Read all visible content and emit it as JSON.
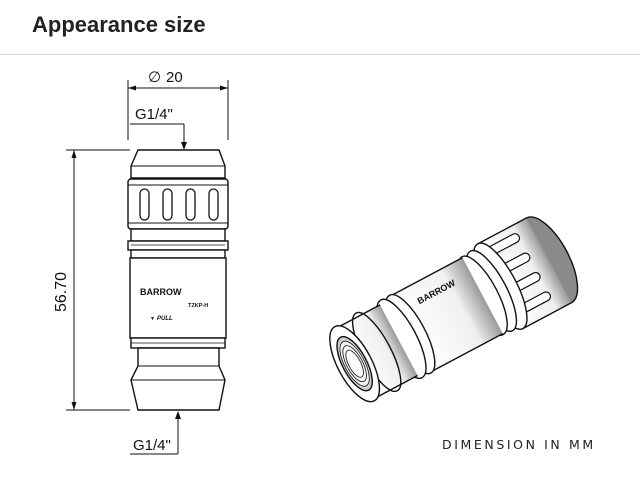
{
  "page": {
    "title": "Appearance size",
    "footer": "DIMENSION IN MM"
  },
  "dimensions": {
    "diameter_symbol": "∅",
    "diameter": "20",
    "thread_top": "G1/4\"",
    "thread_bottom": "G1/4\"",
    "length": "56.70"
  },
  "product": {
    "brand": "BARROW",
    "model": "TZKP-H",
    "pull_label": "PULL",
    "pull_arrow": "▼"
  },
  "colors": {
    "line": "#111111",
    "fill": "#ffffff",
    "shade": "#7a7a7a"
  }
}
